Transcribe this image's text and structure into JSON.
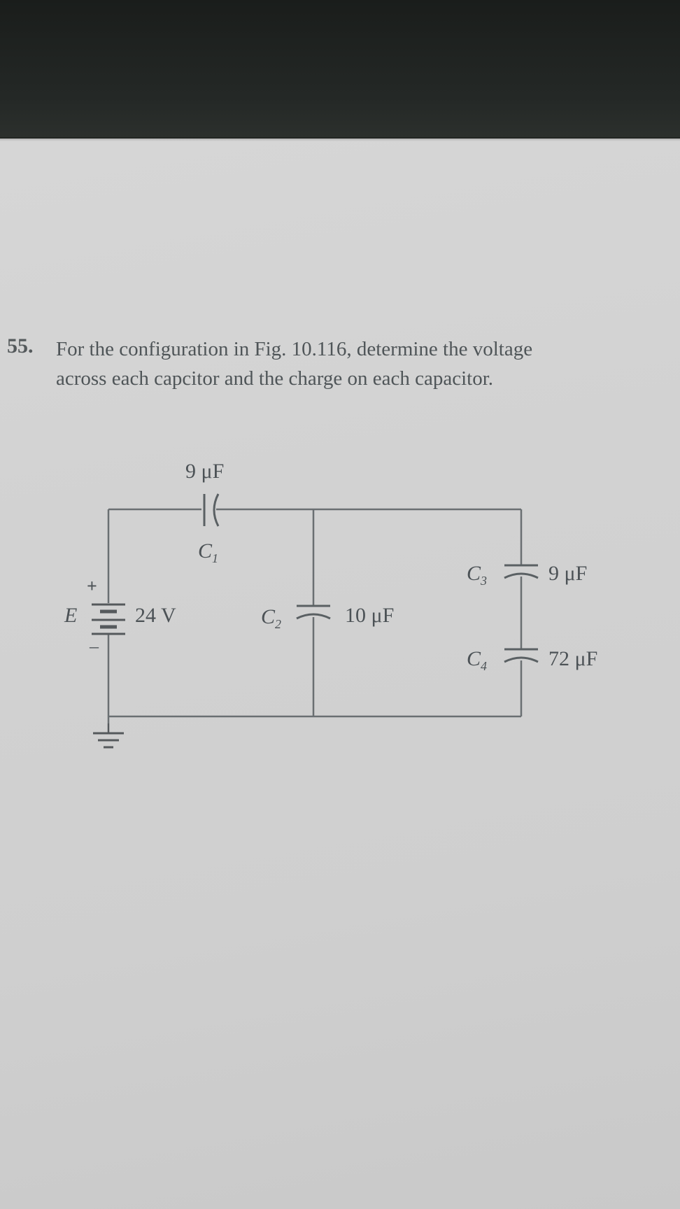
{
  "problem": {
    "number": "55.",
    "text_line1": "For the configuration in Fig. 10.116, determine the voltage",
    "text_line2": "across each capcitor and the charge on each capacitor."
  },
  "circuit": {
    "source": {
      "label": "E",
      "value": "24 V",
      "plus": "+",
      "minus": "–"
    },
    "c1": {
      "label": "C",
      "sub": "1",
      "value": "9 μF"
    },
    "c2": {
      "label": "C",
      "sub": "2",
      "value": "10 μF"
    },
    "c3": {
      "label": "C",
      "sub": "3",
      "value": "9 μF"
    },
    "c4": {
      "label": "C",
      "sub": "4",
      "value": "72 μF"
    }
  },
  "colors": {
    "ink": "#4c5256",
    "wire": "#6a6f72",
    "paper": "#d3d3d3",
    "dark_band": "#1f2321"
  }
}
